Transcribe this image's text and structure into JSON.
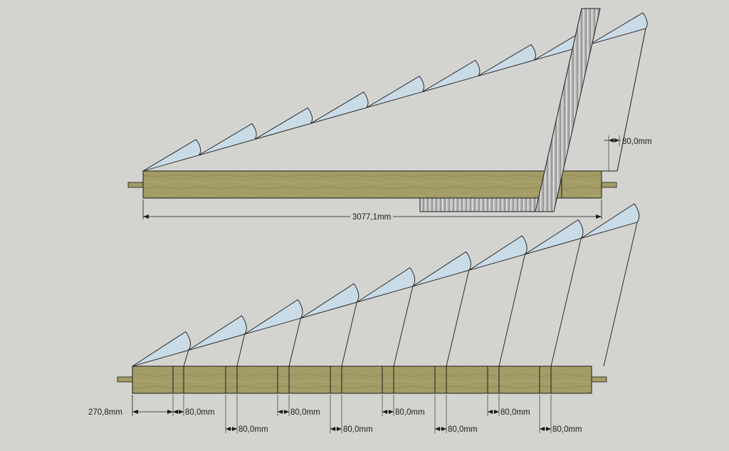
{
  "colors": {
    "background": "#d3d3d0",
    "wood": "#a39c66",
    "wood_dark": "#8f8852",
    "blade": "#c9dbe6",
    "line": "#1c1c1c",
    "metal": "#b7b7b7"
  },
  "top_view": {
    "length_label": "3077,1mm",
    "gap_label": "80,0mm"
  },
  "bottom_view": {
    "start_label": "270,8mm",
    "spacing_labels": [
      "80,0mm",
      "80,0mm",
      "80,0mm",
      "80,0mm",
      "80,0mm",
      "80,0mm",
      "80,0mm",
      "80,0mm"
    ]
  }
}
